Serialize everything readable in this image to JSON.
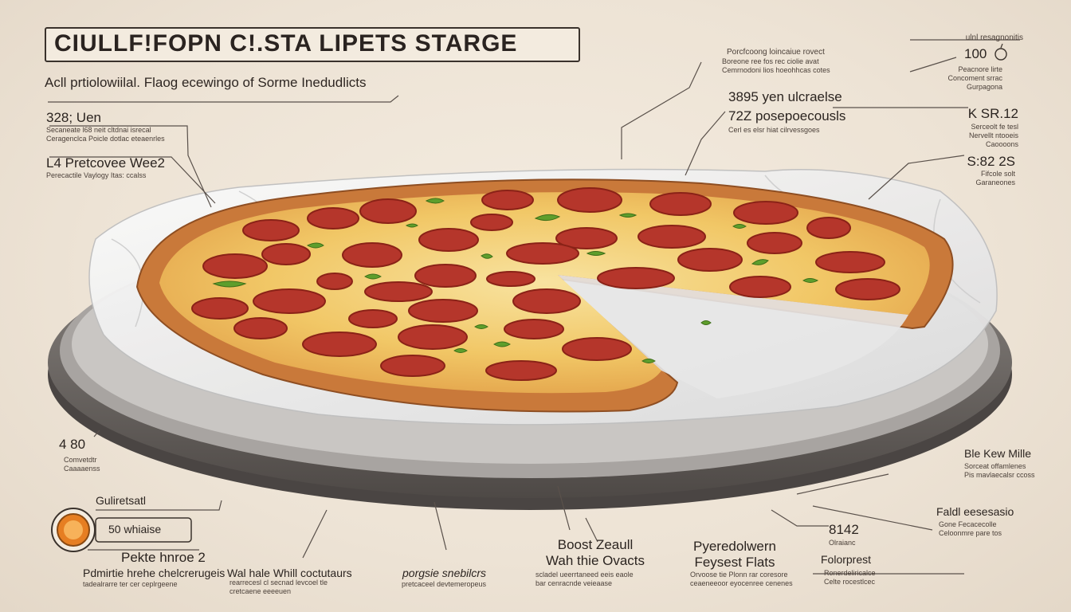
{
  "title": "CIULLF!FOPN  C!.STA  LIPETS STARGE",
  "subtitle": "Acll prtiolowiilal. Flaog ecewingo of Sorme Inedudlicts",
  "left_notes": [
    {
      "heading": "328; Uen",
      "body": "Secaneate l68 neit cltdnai isrecal\nCeragenclca Poicle dotlac eteaenrles"
    },
    {
      "heading": "L4  Pretcovee Wee2",
      "body": "Perecactile Vaylogy Itas: ccalss"
    },
    {
      "heading": "4 80",
      "body": "Comvetdtr\nCaaaaenss"
    },
    {
      "heading": "Guliretsatl",
      "body": ""
    },
    {
      "heading": "50 whiaise",
      "body": ""
    },
    {
      "heading": "Pekte hnroe 2",
      "body": ""
    },
    {
      "heading": "Pdmirtie hrehe chelcrerugeis",
      "body": "tadealrarre ter cer ceplrgeene"
    }
  ],
  "top_notes": [
    {
      "heading": "Porcfcoong loincaiue rovect",
      "body": "Boreone ree fos rec ciolie avat\nCemrnodoni lios hoeohhcas cotes"
    },
    {
      "heading": "3895  yen ulcraelse",
      "body": ""
    },
    {
      "heading": "72Z  posepoecousls",
      "body": "Cerl es elsr hiat cilrvessgoes"
    }
  ],
  "right_notes": [
    {
      "heading": "ulnl resagnonitis",
      "body": ""
    },
    {
      "heading": "100",
      "body": "Peacnore lirte\nConcoment srrac\nGurpagona"
    },
    {
      "heading": "K SR.12",
      "body": "Serceolt fe tesl\nNervellt ntooeis\nCaoooons"
    },
    {
      "heading": "S:82  2S",
      "body": "Fifcole solt\nGaraneones"
    },
    {
      "heading": "Ble Kew Mille",
      "body": "Sorceat offamlenes\nPis mavlaecalsr ccoss"
    },
    {
      "heading": "Faldl eesesasio",
      "body": "Gone Fecacecolle\nCeloonmre pare tos"
    },
    {
      "heading": "8142",
      "body": "Olraianc"
    },
    {
      "heading": "Folorprest",
      "body": "Ronerdeliricalce\nCelte rocestlcec"
    }
  ],
  "bottom_notes": [
    {
      "heading": "Wal hale Whill coctutaurs",
      "body": "rearrecesl cl secnad levcoel tle\ncretcaene eeeeuen"
    },
    {
      "heading": "porgsie snebilcrs",
      "body": "pretcaceel devtemeropeus"
    },
    {
      "heading": "Boost Zeaull\nWah thie Ovacts",
      "body": "scladel ueerrtaneed eeis eaole\nbar cenracnde veieaase"
    },
    {
      "heading": "Pyeredolwern\nFeysest Flats",
      "body": "Orvoose tie Plonn rar coresore\nceaeneeoor eyocenree cenenes"
    }
  ],
  "colors": {
    "pepperoni": "#b5362b",
    "cheese": "#f2c25a",
    "crust": "#c9793a",
    "pepper": "#5e9e2c",
    "tray": "#6f6a66",
    "accent_orange": "#e67e22"
  }
}
